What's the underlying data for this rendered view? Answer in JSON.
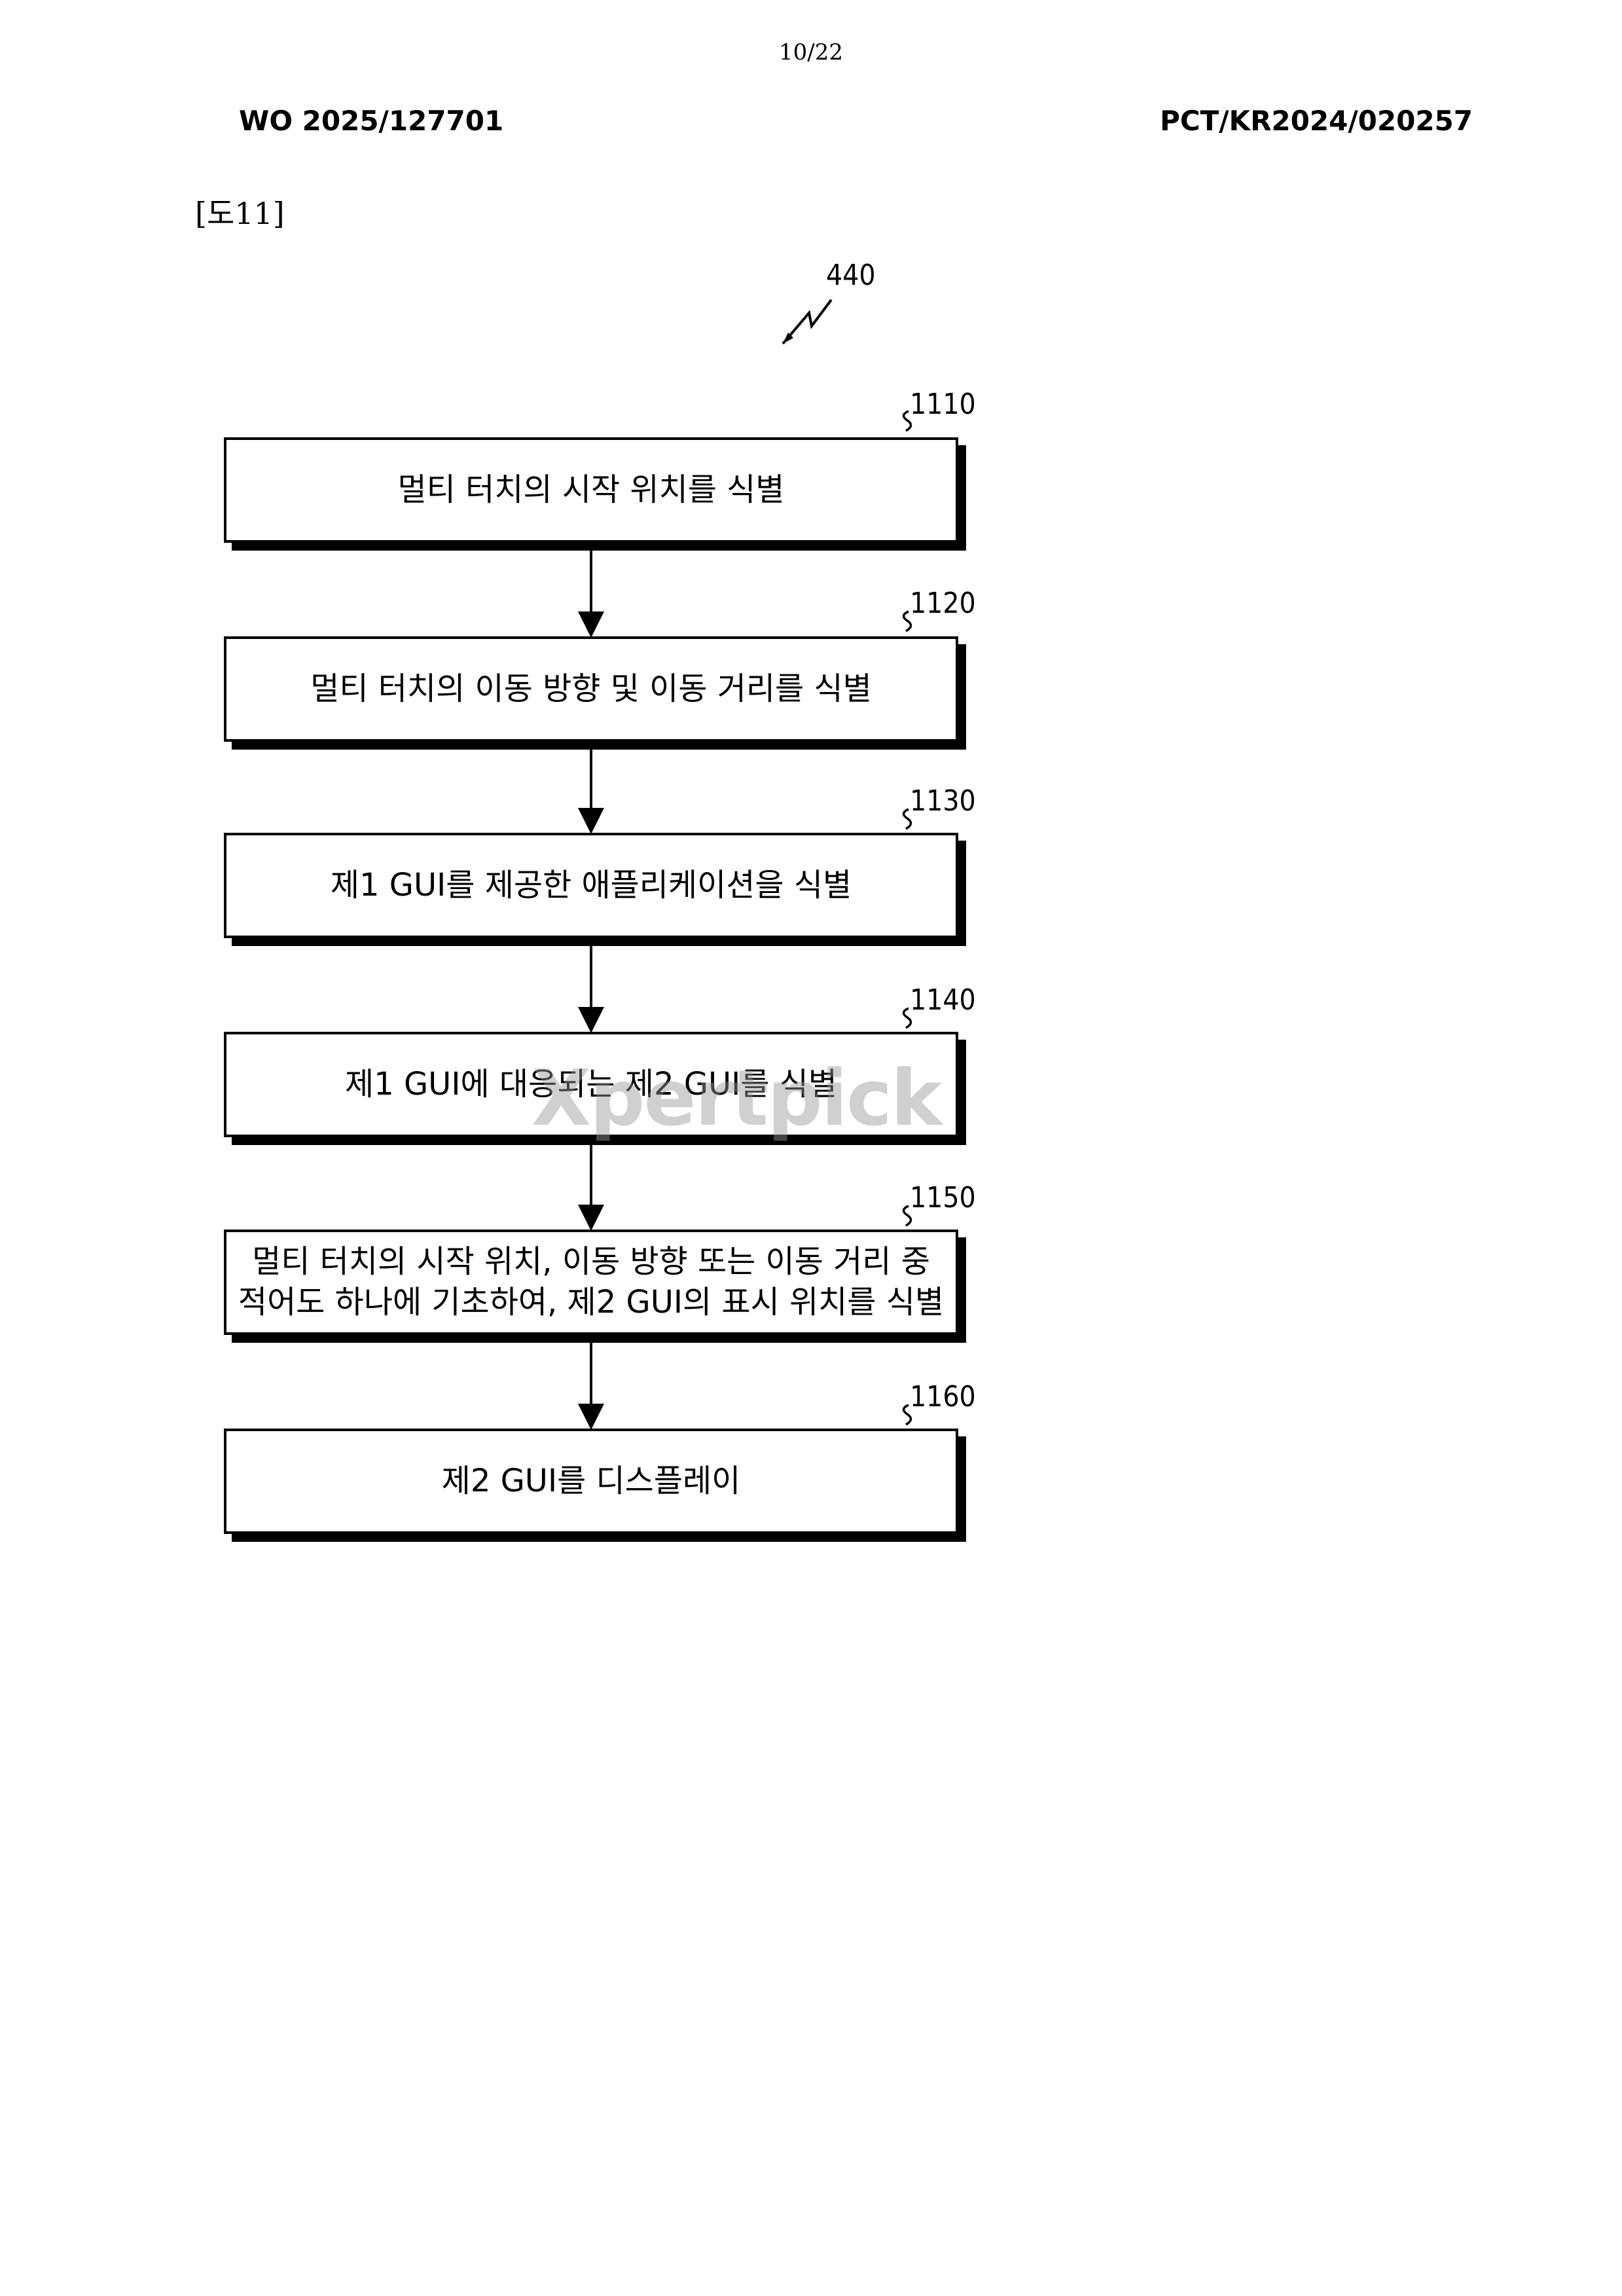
{
  "page_number": "10/22",
  "header": {
    "publication_number": "WO 2025/127701",
    "application_number": "PCT/KR2024/020257"
  },
  "figure_label": "[도11]",
  "diagram_ref": "440",
  "steps": [
    {
      "ref": "1110",
      "text": "멀티 터치의 시작 위치를 식별"
    },
    {
      "ref": "1120",
      "text": "멀티 터치의 이동 방향 및 이동 거리를 식별"
    },
    {
      "ref": "1130",
      "text": "제1 GUI를 제공한 애플리케이션을 식별"
    },
    {
      "ref": "1140",
      "text": "제1 GUI에 대응되는 제2 GUI를 식별"
    },
    {
      "ref": "1150",
      "text": "멀티 터치의 시작 위치, 이동 방향 또는 이동 거리 중\n적어도 하나에 기초하여, 제2 GUI의 표시 위치를 식별"
    },
    {
      "ref": "1160",
      "text": "제2 GUI를 디스플레이"
    }
  ],
  "watermark": "Xpertpick"
}
